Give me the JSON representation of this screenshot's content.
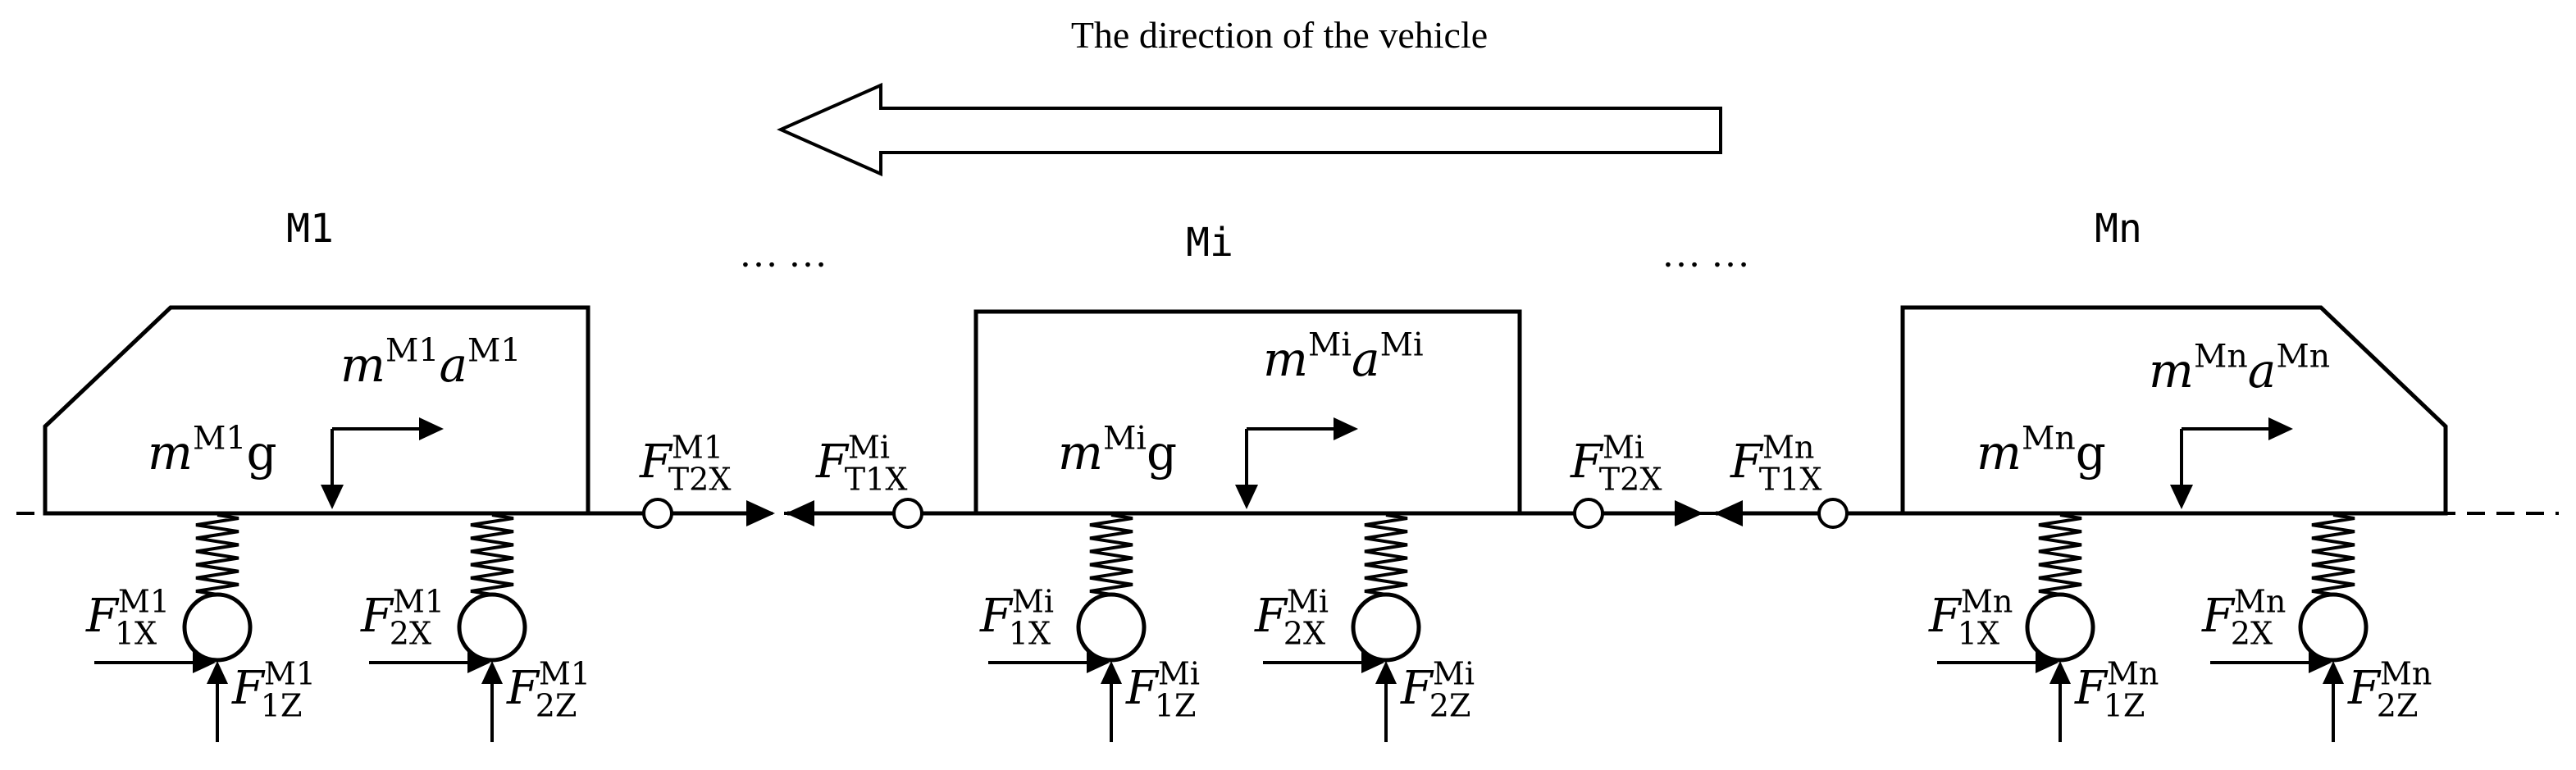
{
  "title": "The direction of the vehicle",
  "colors": {
    "ink": "#000000",
    "background": "#ffffff"
  },
  "dots": "… …",
  "cars": [
    {
      "name": "M1",
      "sup": "M1",
      "inertia": {
        "m": "m",
        "a": "a"
      },
      "gravity": {
        "m": "m",
        "g": "g"
      },
      "forces": {
        "F1X": "F",
        "F2X": "F",
        "F1Z": "F",
        "F2Z": "F"
      },
      "subs": {
        "1X": "1X",
        "2X": "2X",
        "1Z": "1Z",
        "2Z": "2Z"
      }
    },
    {
      "name": "Mi",
      "sup": "Mi",
      "inertia": {
        "m": "m",
        "a": "a"
      },
      "gravity": {
        "m": "m",
        "g": "g"
      },
      "forces": {
        "F1X": "F",
        "F2X": "F",
        "F1Z": "F",
        "F2Z": "F"
      },
      "subs": {
        "1X": "1X",
        "2X": "2X",
        "1Z": "1Z",
        "2Z": "2Z"
      }
    },
    {
      "name": "Mn",
      "sup": "Mn",
      "inertia": {
        "m": "m",
        "a": "a"
      },
      "gravity": {
        "m": "m",
        "g": "g"
      },
      "forces": {
        "F1X": "F",
        "F2X": "F",
        "F1Z": "F",
        "F2Z": "F"
      },
      "subs": {
        "1X": "1X",
        "2X": "2X",
        "1Z": "1Z",
        "2Z": "2Z"
      }
    }
  ],
  "couplers": [
    {
      "left": {
        "F": "F",
        "sup": "M1",
        "sub": "T2X"
      },
      "right": {
        "F": "F",
        "sup": "Mi",
        "sub": "T1X"
      }
    },
    {
      "left": {
        "F": "F",
        "sup": "Mi",
        "sub": "T2X"
      },
      "right": {
        "F": "F",
        "sup": "Mn",
        "sub": "T1X"
      }
    }
  ]
}
